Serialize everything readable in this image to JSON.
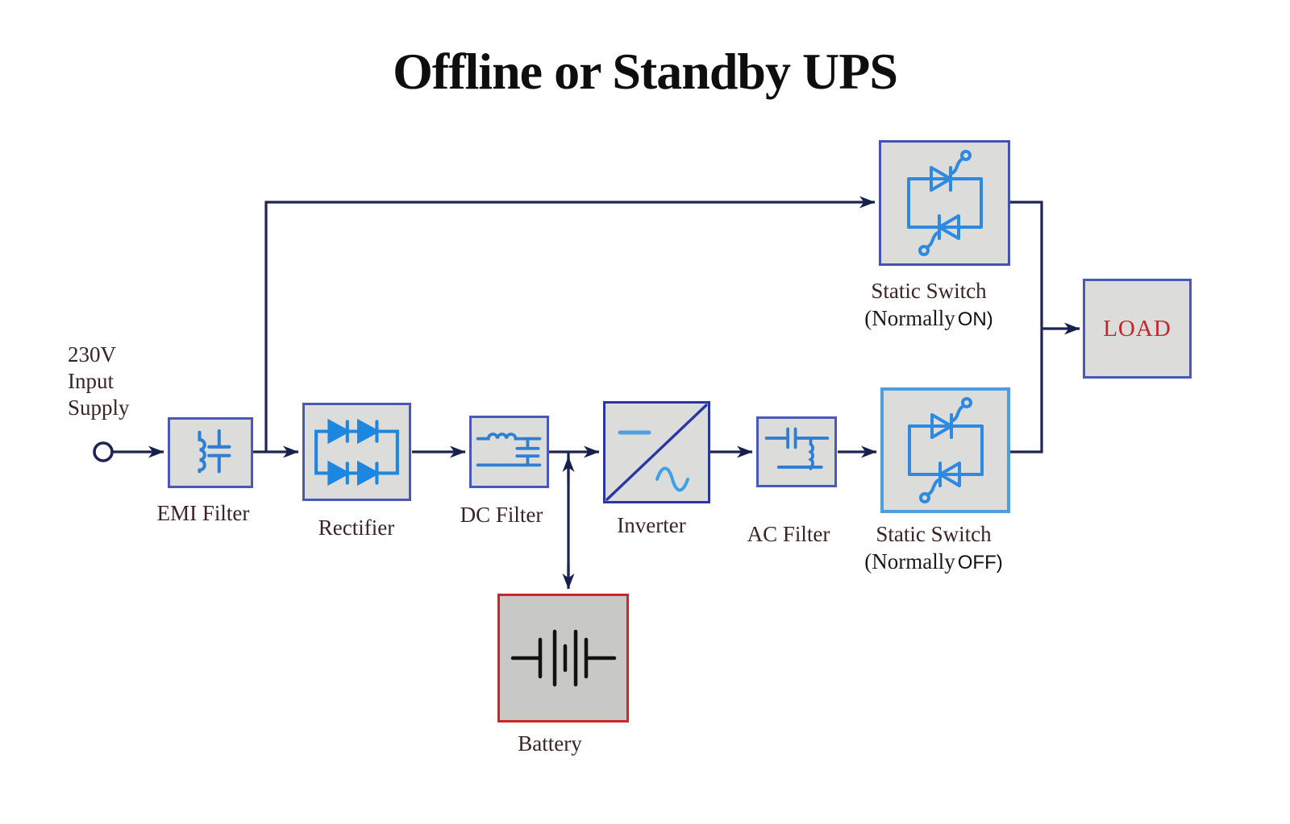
{
  "title": "Offline or Standby UPS",
  "input_supply": {
    "label_lines": [
      "230V",
      "Input",
      "Supply"
    ]
  },
  "blocks": {
    "emi_filter": {
      "label": "EMI Filter",
      "icon": "inductor-capacitor-icon"
    },
    "rectifier": {
      "label": "Rectifier",
      "icon": "diode-bridge-icon"
    },
    "dc_filter": {
      "label": "DC Filter",
      "icon": "lc-lowpass-filter-icon"
    },
    "inverter": {
      "label": "Inverter",
      "icon": "dc-to-ac-converter-icon"
    },
    "ac_filter": {
      "label": "AC Filter",
      "icon": "capacitor-inductor-icon"
    },
    "static_switch_on": {
      "label": "Static Switch",
      "sub_prefix": "(Normally",
      "sub_suffix": "ON)",
      "icon": "antiparallel-thyristors-icon"
    },
    "static_switch_off": {
      "label": "Static Switch",
      "sub_prefix": "(Normally",
      "sub_suffix": "OFF)",
      "icon": "antiparallel-thyristors-icon"
    },
    "load": {
      "label": "LOAD"
    },
    "battery": {
      "label": "Battery",
      "icon": "battery-cells-icon"
    }
  },
  "colors": {
    "wire_navy": "#1b2455",
    "arrow_navy": "#16204d",
    "box_fill_gray": "#dcdcdb",
    "battery_fill_gray": "#c8c8c6",
    "border_periwinkle": "#4a58b8",
    "border_inverter_blue": "#2936a3",
    "border_light_blue": "#4f9ddd",
    "border_red": "#cf2428",
    "icon_blue": "#2d7fd3",
    "diode_blue": "#1d86e0",
    "label_maroon": "#3b2424",
    "load_red": "#c2262b",
    "title_black": "#0e0e0e"
  }
}
